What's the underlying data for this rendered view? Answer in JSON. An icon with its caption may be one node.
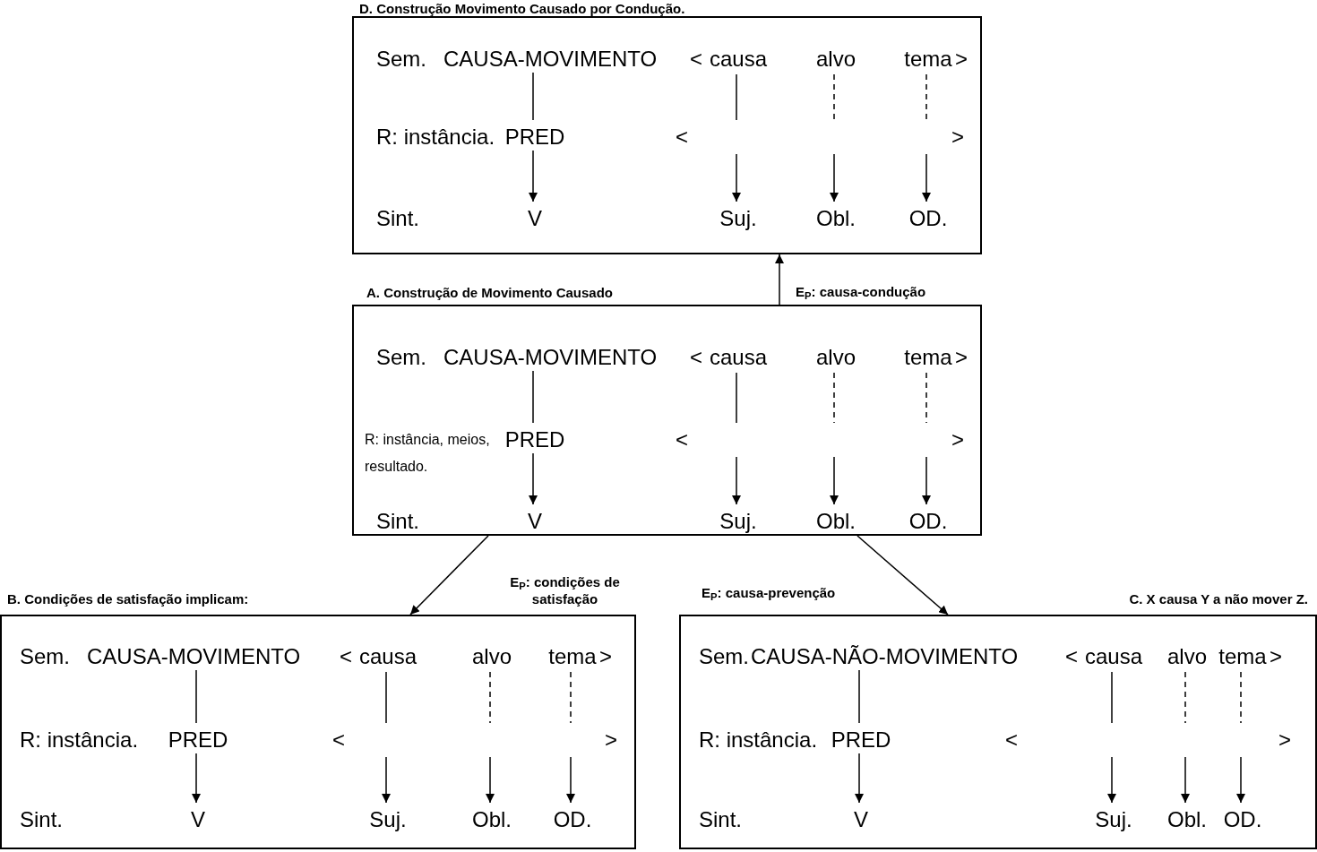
{
  "diagram": {
    "nodes": [
      {
        "text": [
          "D. Construção Movimento Causado por Condução.",
          "Sem.",
          "<",
          ">",
          "R: instância.",
          "<",
          ">",
          "Sint."
        ]
      },
      {
        "text": [
          "CAUSA-MOVIMENTO"
        ],
        "in": 0
      },
      {
        "text": [
          "causa"
        ],
        "in": 0
      },
      {
        "text": [
          "alvo"
        ],
        "in": 0
      },
      {
        "text": [
          "tema"
        ],
        "in": 0
      },
      {
        "text": [
          "PRED"
        ],
        "in": 0
      },
      {
        "text": [
          "V"
        ],
        "in": 0
      },
      {
        "text": [
          "Suj."
        ],
        "in": 0
      },
      {
        "text": [
          "Obl."
        ],
        "in": 0
      },
      {
        "text": [
          "OD."
        ],
        "in": 0
      },
      {
        "text": [
          "A. Construção de Movimento Causado",
          "Sem.",
          "<",
          ">",
          "R: instância, meios, resultado.",
          "<",
          ">",
          "Sint."
        ]
      },
      {
        "text": [
          "CAUSA-MOVIMENTO"
        ],
        "in": 10
      },
      {
        "text": [
          "causa"
        ],
        "in": 10
      },
      {
        "text": [
          "alvo"
        ],
        "in": 10
      },
      {
        "text": [
          "tema"
        ],
        "in": 10
      },
      {
        "text": [
          "PRED"
        ],
        "in": 10
      },
      {
        "text": [
          "V"
        ],
        "in": 10
      },
      {
        "text": [
          "Suj."
        ],
        "in": 10
      },
      {
        "text": [
          "Obl."
        ],
        "in": 10
      },
      {
        "text": [
          "OD."
        ],
        "in": 10
      },
      {
        "text": [
          "B. Condições de satisfação implicam:",
          "Sem.",
          "<",
          ">",
          "R: instância.",
          "<",
          ">",
          "Sint."
        ]
      },
      {
        "text": [
          "CAUSA-MOVIMENTO"
        ],
        "in": 20
      },
      {
        "text": [
          "causa"
        ],
        "in": 20
      },
      {
        "text": [
          "alvo"
        ],
        "in": 20
      },
      {
        "text": [
          "tema"
        ],
        "in": 20
      },
      {
        "text": [
          "PRED"
        ],
        "in": 20
      },
      {
        "text": [
          "V"
        ],
        "in": 20
      },
      {
        "text": [
          "Suj."
        ],
        "in": 20
      },
      {
        "text": [
          "Obl."
        ],
        "in": 20
      },
      {
        "text": [
          "OD."
        ],
        "in": 20
      },
      {
        "text": [
          "C. X causa Y a não mover Z.",
          "Sem.",
          "<",
          ">",
          "R: instância.",
          "<",
          ">",
          "Sint."
        ]
      },
      {
        "text": [
          "CAUSA-NÃO-MOVIMENTO"
        ],
        "in": 30
      },
      {
        "text": [
          "causa"
        ],
        "in": 30
      },
      {
        "text": [
          "alvo"
        ],
        "in": 30
      },
      {
        "text": [
          "tema"
        ],
        "in": 30
      },
      {
        "text": [
          "PRED"
        ],
        "in": 30
      },
      {
        "text": [
          "V"
        ],
        "in": 30
      },
      {
        "text": [
          "Suj."
        ],
        "in": 30
      },
      {
        "text": [
          "Obl."
        ],
        "in": 30
      },
      {
        "text": [
          "OD."
        ],
        "in": 30
      }
    ],
    "edges": [
      {
        "from": 1,
        "to": 5,
        "arrow": "none"
      },
      {
        "from": 5,
        "to": 6,
        "arrow": "to"
      },
      {
        "from": 2,
        "to": null,
        "arrow": "none"
      },
      {
        "from": null,
        "to": 7,
        "arrow": "to"
      },
      {
        "from": 3,
        "to": null,
        "arrow": "none",
        "style": "dashed"
      },
      {
        "from": null,
        "to": 8,
        "arrow": "to"
      },
      {
        "from": 4,
        "to": null,
        "arrow": "none",
        "style": "dashed"
      },
      {
        "from": null,
        "to": 9,
        "arrow": "to"
      },
      {
        "from": 11,
        "to": 15,
        "arrow": "none"
      },
      {
        "from": 15,
        "to": 16,
        "arrow": "to"
      },
      {
        "from": 12,
        "to": null,
        "arrow": "none"
      },
      {
        "from": null,
        "to": 17,
        "arrow": "to"
      },
      {
        "from": 13,
        "to": null,
        "arrow": "none",
        "style": "dashed"
      },
      {
        "from": null,
        "to": 18,
        "arrow": "to"
      },
      {
        "from": 14,
        "to": null,
        "arrow": "none",
        "style": "dashed"
      },
      {
        "from": null,
        "to": 19,
        "arrow": "to"
      },
      {
        "from": 21,
        "to": 25,
        "arrow": "none"
      },
      {
        "from": 25,
        "to": 26,
        "arrow": "to"
      },
      {
        "from": 22,
        "to": null,
        "arrow": "none"
      },
      {
        "from": null,
        "to": 27,
        "arrow": "to"
      },
      {
        "from": 23,
        "to": null,
        "arrow": "none",
        "style": "dashed"
      },
      {
        "from": null,
        "to": 28,
        "arrow": "to"
      },
      {
        "from": 24,
        "to": null,
        "arrow": "none",
        "style": "dashed"
      },
      {
        "from": null,
        "to": 29,
        "arrow": "to"
      },
      {
        "from": 31,
        "to": 35,
        "arrow": "none"
      },
      {
        "from": 35,
        "to": 36,
        "arrow": "to"
      },
      {
        "from": 32,
        "to": null,
        "arrow": "none"
      },
      {
        "from": null,
        "to": 37,
        "arrow": "to"
      },
      {
        "from": 33,
        "to": null,
        "arrow": "none",
        "style": "dashed"
      },
      {
        "from": null,
        "to": 38,
        "arrow": "to"
      },
      {
        "from": 34,
        "to": null,
        "arrow": "none",
        "style": "dashed"
      },
      {
        "from": null,
        "to": 39,
        "arrow": "to"
      },
      {
        "from": 10,
        "to": 0,
        "arrow": "to",
        "label": "E$_{P}$: causa-condução"
      },
      {
        "from": 10,
        "to": 20,
        "arrow": "to",
        "label": "E$_{P}$: condições de satisfação"
      },
      {
        "from": 10,
        "to": 30,
        "arrow": "to",
        "label": "E$_{P}$: causa-prevenção"
      }
    ]
  }
}
